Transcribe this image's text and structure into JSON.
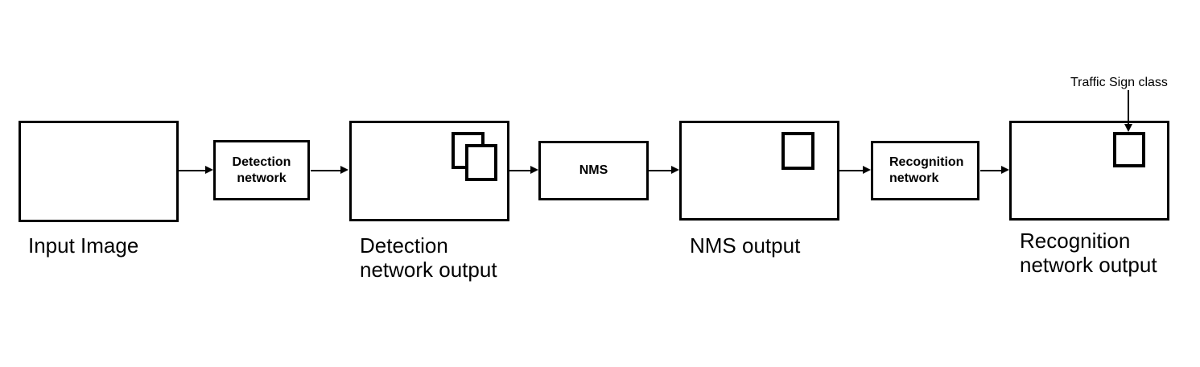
{
  "colors": {
    "stroke": "#000000",
    "background": "#ffffff"
  },
  "stages": [
    {
      "key": "input-image",
      "label": "Input Image",
      "bounding_boxes": 0
    },
    {
      "key": "detection-network-output",
      "label": "Detection\nnetwork output",
      "bounding_boxes": 2
    },
    {
      "key": "nms-output",
      "label": "NMS output",
      "bounding_boxes": 1
    },
    {
      "key": "recognition-network-output",
      "label": "Recognition\nnetwork output",
      "bounding_boxes": 1
    }
  ],
  "processes": [
    {
      "key": "detection-network",
      "label": "Detection\nnetwork"
    },
    {
      "key": "nms",
      "label": "NMS"
    },
    {
      "key": "recognition-network",
      "label": "Recognition\nnetwork"
    }
  ],
  "annotation": {
    "label": "Traffic Sign class"
  },
  "flow": [
    "input-image",
    "detection-network",
    "detection-network-output",
    "nms",
    "nms-output",
    "recognition-network",
    "recognition-network-output"
  ]
}
